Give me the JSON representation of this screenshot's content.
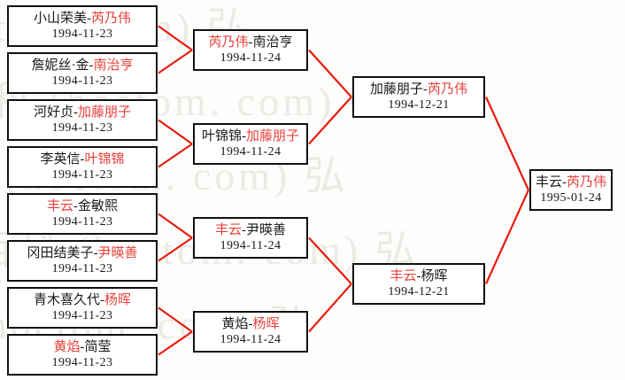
{
  "diagram": {
    "title": "Tournament Bracket",
    "type": "single-elimination-bracket",
    "winner_color": "#e8403a",
    "loser_color": "#1a1a1a",
    "line_color": "#e81b10",
    "box_border_color": "#111111",
    "background_color": "#fdfdfb"
  },
  "watermark": {
    "text": "百科 (hoetom.com) 弘",
    "color": "#eceae6",
    "rows": [
      "科 (hoetom. com) 弘",
      "百科 (hoetom. com) 弘",
      "百科 (hoetom. com) 弘",
      "百科 (hoetom. com) 弘",
      "百科 (hoetom. com) 弘"
    ]
  },
  "rounds": [
    {
      "name": "round-1",
      "matches": [
        {
          "id": "r1m1",
          "player_a": "小山荣美",
          "player_b": "芮乃伟",
          "winner": "b",
          "date": "1994-11-23"
        },
        {
          "id": "r1m2",
          "player_a": "詹妮丝·金",
          "player_b": "南治亨",
          "winner": "b",
          "date": "1994-11-23"
        },
        {
          "id": "r1m3",
          "player_a": "河好贞",
          "player_b": "加藤朋子",
          "winner": "b",
          "date": "1994-11-23"
        },
        {
          "id": "r1m4",
          "player_a": "李英信",
          "player_b": "叶锦锦",
          "winner": "b",
          "date": "1994-11-23"
        },
        {
          "id": "r1m5",
          "player_a": "丰云",
          "player_b": "金敏熙",
          "winner": "a",
          "date": "1994-11-23"
        },
        {
          "id": "r1m6",
          "player_a": "冈田结美子",
          "player_b": "尹暎善",
          "winner": "b",
          "date": "1994-11-23"
        },
        {
          "id": "r1m7",
          "player_a": "青木喜久代",
          "player_b": "杨晖",
          "winner": "b",
          "date": "1994-11-23"
        },
        {
          "id": "r1m8",
          "player_a": "黄焰",
          "player_b": "简莹",
          "winner": "a",
          "date": "1994-11-23"
        }
      ]
    },
    {
      "name": "round-2",
      "matches": [
        {
          "id": "r2m1",
          "player_a": "芮乃伟",
          "player_b": "南治亨",
          "winner": "a",
          "date": "1994-11-24"
        },
        {
          "id": "r2m2",
          "player_a": "叶锦锦",
          "player_b": "加藤朋子",
          "winner": "b",
          "date": "1994-11-24"
        },
        {
          "id": "r2m3",
          "player_a": "丰云",
          "player_b": "尹暎善",
          "winner": "a",
          "date": "1994-11-24"
        },
        {
          "id": "r2m4",
          "player_a": "黄焰",
          "player_b": "杨晖",
          "winner": "b",
          "date": "1994-11-24"
        }
      ]
    },
    {
      "name": "semifinal",
      "matches": [
        {
          "id": "sf1",
          "player_a": "加藤朋子",
          "player_b": "芮乃伟",
          "winner": "b",
          "date": "1994-12-21"
        },
        {
          "id": "sf2",
          "player_a": "丰云",
          "player_b": "杨晖",
          "winner": "a",
          "date": "1994-12-21"
        }
      ]
    },
    {
      "name": "final",
      "matches": [
        {
          "id": "f1",
          "player_a": "丰云",
          "player_b": "芮乃伟",
          "winner": "b",
          "date": "1995-01-24"
        }
      ]
    }
  ]
}
